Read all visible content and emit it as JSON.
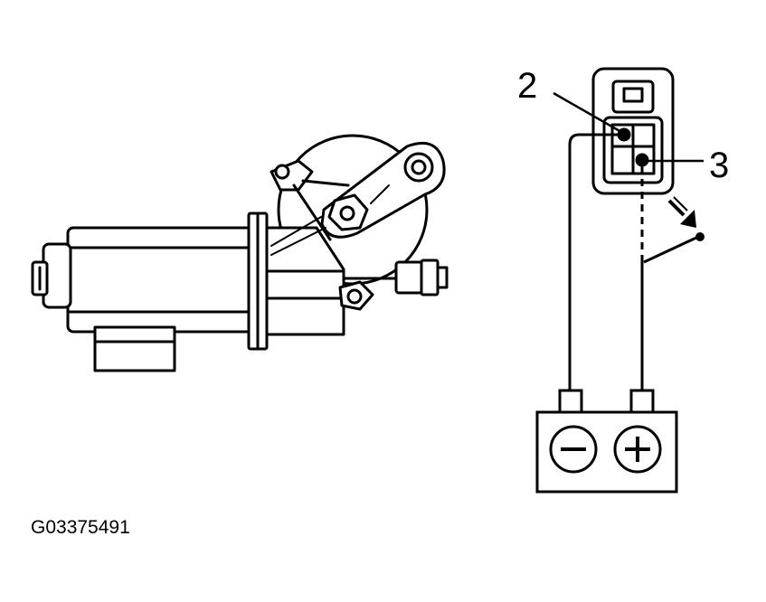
{
  "diagram": {
    "callouts": [
      {
        "number": "2"
      },
      {
        "number": "3"
      }
    ],
    "figure_id": "G03375491",
    "battery": {
      "negative_symbol": "−",
      "positive_symbol": "+"
    }
  }
}
